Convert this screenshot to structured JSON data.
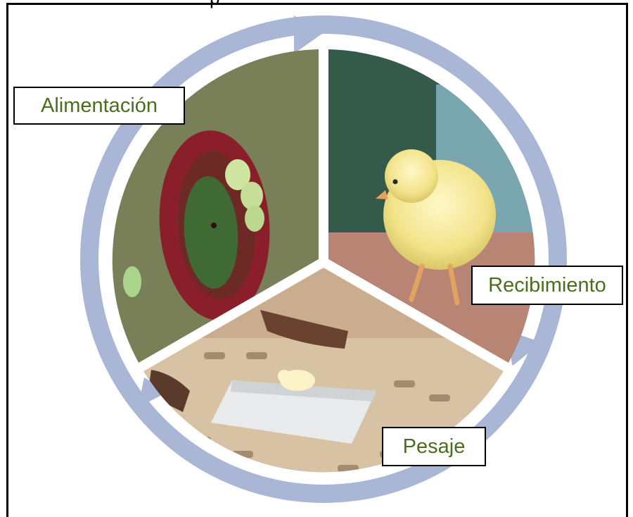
{
  "cut_off_text": "p",
  "cycle": {
    "steps": [
      {
        "id": "recibimiento",
        "label": "Recibimiento"
      },
      {
        "id": "pesaje",
        "label": "Pesaje"
      },
      {
        "id": "alimentacion",
        "label": "Alimentación"
      }
    ]
  },
  "colors": {
    "arrow": "#a9b6d6",
    "label_text": "#4a6e1e",
    "label_border": "#000000",
    "divider": "#ffffff"
  }
}
